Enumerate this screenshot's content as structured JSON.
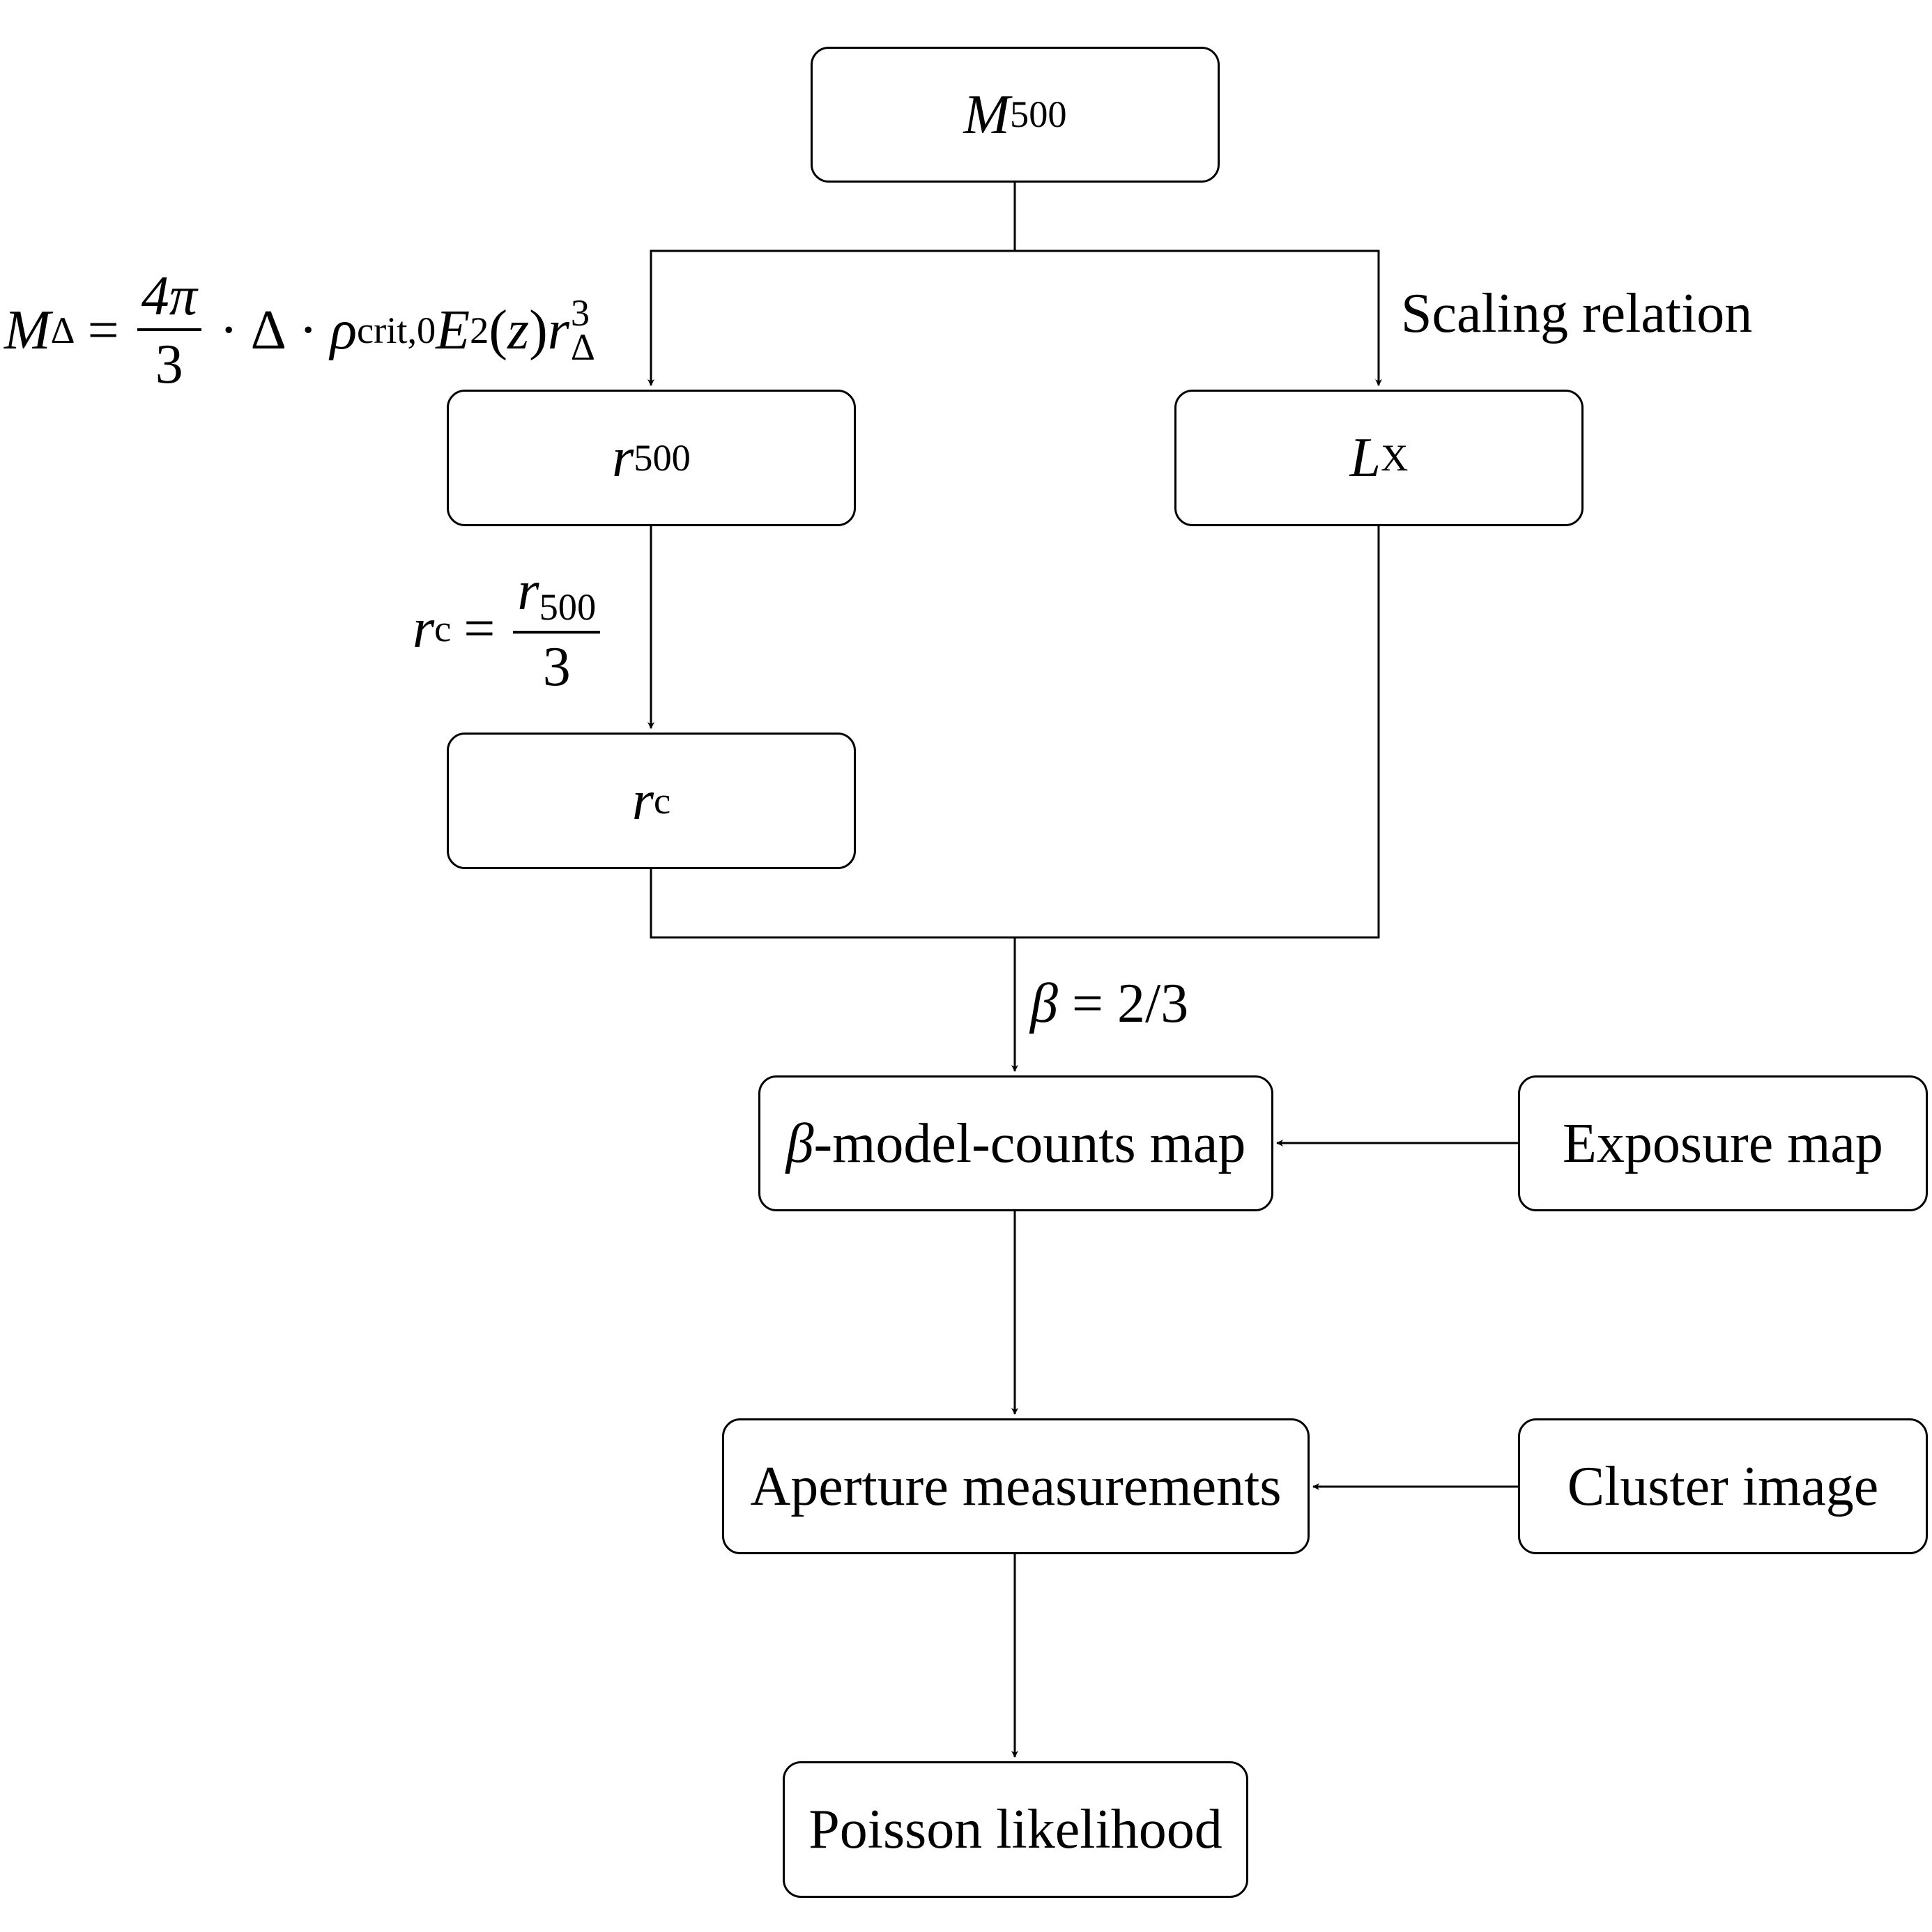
{
  "nodes": {
    "m500": {
      "symbol": "M",
      "sub": "500"
    },
    "r500": {
      "symbol": "r",
      "sub": "500"
    },
    "lx": {
      "symbol": "L",
      "sub": "X"
    },
    "rc": {
      "symbol": "r",
      "sub": "c"
    },
    "beta_map": {
      "symbol": "β",
      "text": "-model-counts map"
    },
    "exposure_map": {
      "text": "Exposure map"
    },
    "aperture": {
      "text": "Aperture measurements"
    },
    "cluster_image": {
      "text": "Cluster image"
    },
    "poisson": {
      "text": "Poisson likelihood"
    }
  },
  "edge_labels": {
    "mass_formula": {
      "lhs_symbol": "M",
      "lhs_sub": "Δ",
      "equals": "=",
      "frac_num": "4π",
      "frac_den": "3",
      "dot1": "·",
      "delta": "Δ",
      "dot2": "·",
      "rho": "ρ",
      "rho_sub": "crit,0",
      "e": "E",
      "e_sup": "2",
      "z_open": "(",
      "z": "z",
      "z_close": ")",
      "r": "r",
      "r_sup": "3",
      "r_sub": "Δ"
    },
    "scaling": "Scaling relation",
    "rc_formula": {
      "lhs_symbol": "r",
      "lhs_sub": "c",
      "equals": "=",
      "num_symbol": "r",
      "num_sub": "500",
      "den": "3"
    },
    "beta": {
      "symbol": "β",
      "rest": " = 2/3"
    }
  }
}
